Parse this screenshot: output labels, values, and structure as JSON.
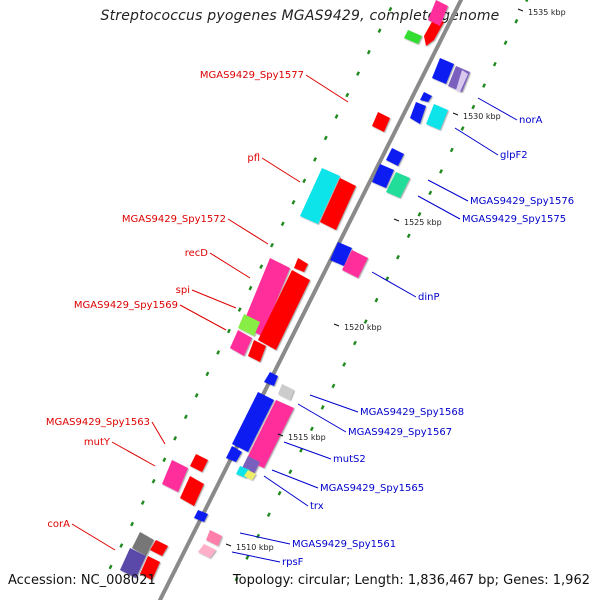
{
  "title": "Streptococcus pyogenes MGAS9429, complete genome",
  "accession": "Accession: NC_008021",
  "summary": "Topology: circular; Length: 1,836,467 bp; Genes: 1,962",
  "colors": {
    "backbone": "#909090",
    "tick": "#1e8a1e",
    "label_left": "#dd0000",
    "label_right": "#0000cc",
    "red": "#ff0000",
    "pink": "#ff2f9a",
    "blue": "#0a1ef0",
    "cyan": "#11e4ea",
    "green": "#55ee33"
  },
  "ruler": [
    {
      "label": "1535 kbp"
    },
    {
      "label": "1530 kbp"
    },
    {
      "label": "1525 kbp"
    },
    {
      "label": "1520 kbp"
    },
    {
      "label": "1515 kbp"
    },
    {
      "label": "1510 kbp"
    }
  ],
  "genes_left": [
    {
      "label": "MGAS9429_Spy1577"
    },
    {
      "label": "pfl"
    },
    {
      "label": "MGAS9429_Spy1572"
    },
    {
      "label": "recD"
    },
    {
      "label": "spi"
    },
    {
      "label": "MGAS9429_Spy1569"
    },
    {
      "label": "MGAS9429_Spy1563"
    },
    {
      "label": "mutY"
    },
    {
      "label": "corA"
    }
  ],
  "genes_right": [
    {
      "label": "norA"
    },
    {
      "label": "glpF2"
    },
    {
      "label": "MGAS9429_Spy1576"
    },
    {
      "label": "MGAS9429_Spy1575"
    },
    {
      "label": "dinP"
    },
    {
      "label": "MGAS9429_Spy1568"
    },
    {
      "label": "MGAS9429_Spy1567"
    },
    {
      "label": "mutS2"
    },
    {
      "label": "MGAS9429_Spy1565"
    },
    {
      "label": "trx"
    },
    {
      "label": "MGAS9429_Spy1561"
    },
    {
      "label": "rpsF"
    }
  ]
}
